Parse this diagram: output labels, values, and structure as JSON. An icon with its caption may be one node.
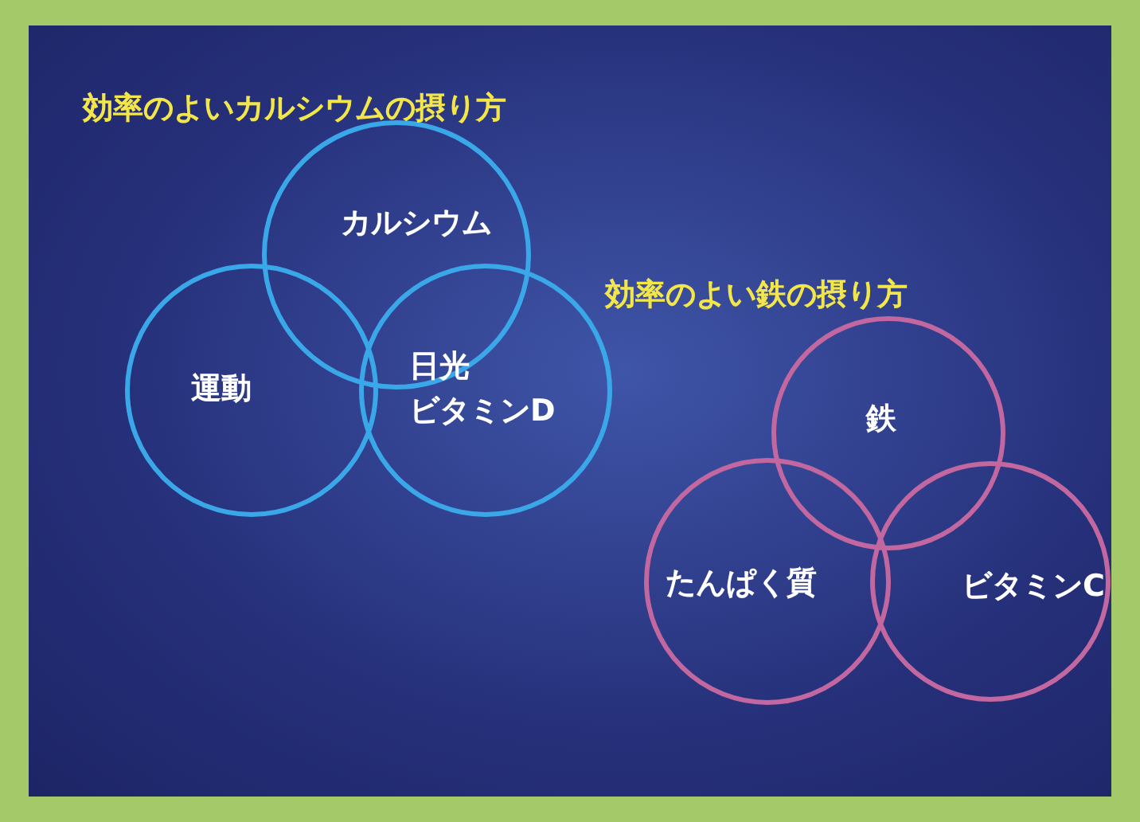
{
  "diagram": {
    "nodes": [
      {
        "text": [
          "カルシウム"
        ]
      },
      {
        "text": [
          "運動"
        ]
      },
      {
        "text": [
          "日光",
          "ビタミンD"
        ]
      },
      {
        "text": [
          "鉄"
        ]
      },
      {
        "text": [
          "たんぱく質"
        ]
      },
      {
        "text": [
          "ビタミンC"
        ]
      }
    ],
    "labels": [
      "効率のよいカルシウムの摂り方",
      "効率のよい鉄の摂り方"
    ]
  }
}
